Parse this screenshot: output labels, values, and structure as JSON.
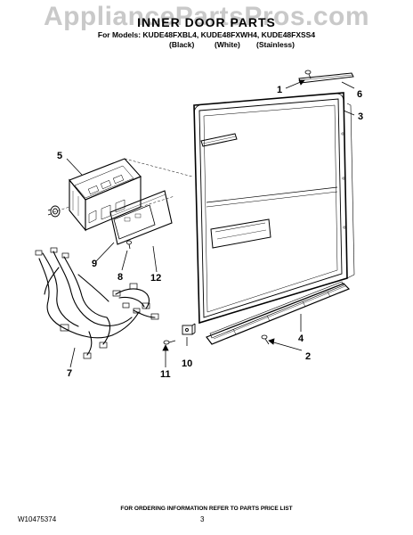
{
  "watermark": "AppliancePartsPros.com",
  "header": {
    "title": "INNER DOOR PARTS",
    "models_line": "For Models: KUDE48FXBL4, KUDE48FXWH4, KUDE48FXSS4",
    "variants": [
      "(Black)",
      "(White)",
      "(Stainless)"
    ]
  },
  "callouts": [
    "1",
    "2",
    "3",
    "4",
    "5",
    "6",
    "7",
    "8",
    "9",
    "10",
    "11",
    "12"
  ],
  "footer": {
    "ordering_note": "FOR ORDERING INFORMATION REFER TO PARTS PRICE LIST",
    "document_number": "W10475374",
    "page_number": "3"
  }
}
